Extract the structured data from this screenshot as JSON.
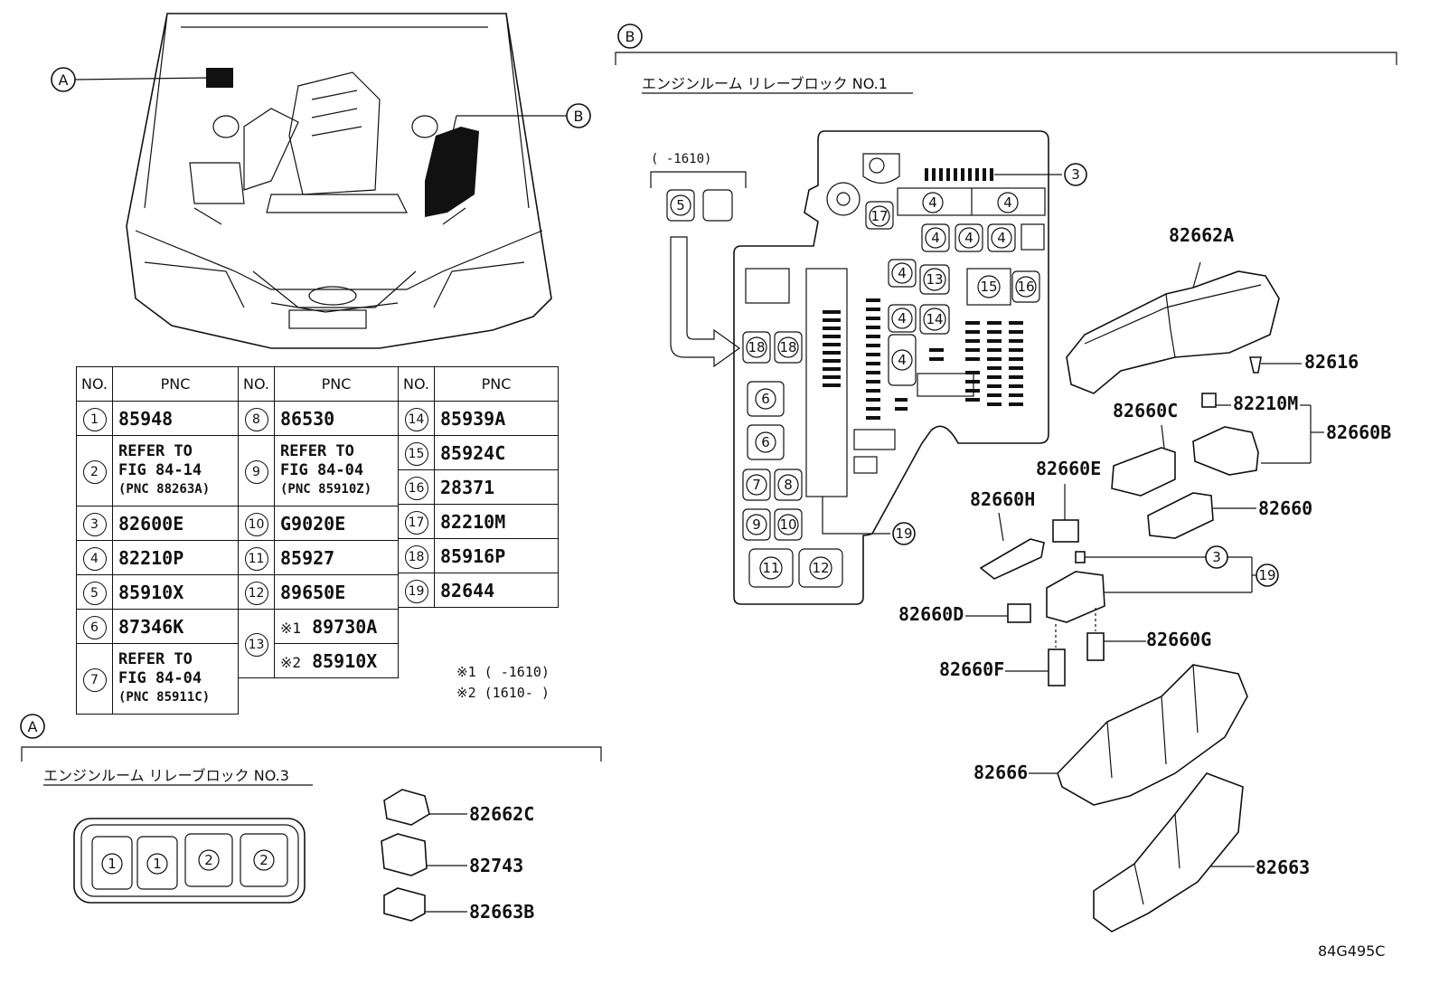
{
  "diagram_code": "84G495C",
  "section_a": {
    "marker": "A",
    "title": "エンジンルーム リレーブロック NO.3",
    "slots": [
      "1",
      "1",
      "2",
      "2"
    ],
    "parts": [
      "82662C",
      "82743",
      "82663B"
    ]
  },
  "section_b": {
    "marker": "B",
    "title": "エンジンルーム リレーブロック NO.1",
    "range_note": "(   -1610)",
    "parts": [
      "82662A",
      "82616",
      "82210M",
      "82660B",
      "82660C",
      "82660E",
      "82660H",
      "82660",
      "82660D",
      "82660F",
      "82660G",
      "82666",
      "82663"
    ],
    "callouts": [
      "3",
      "19"
    ]
  },
  "pnc_table": {
    "headers": {
      "no": "NO.",
      "pnc": "PNC"
    },
    "col1": [
      {
        "no": "1",
        "pnc": "85948"
      },
      {
        "no": "2",
        "ref1": "REFER TO",
        "ref2": "FIG 84-14",
        "ref3": "(PNC 88263A)"
      },
      {
        "no": "3",
        "pnc": "82600E"
      },
      {
        "no": "4",
        "pnc": "82210P"
      },
      {
        "no": "5",
        "pnc": "85910X"
      },
      {
        "no": "6",
        "pnc": "87346K"
      },
      {
        "no": "7",
        "ref1": "REFER TO",
        "ref2": "FIG 84-04",
        "ref3": "(PNC 85911C)"
      }
    ],
    "col2": [
      {
        "no": "8",
        "pnc": "86530"
      },
      {
        "no": "9",
        "ref1": "REFER TO",
        "ref2": "FIG 84-04",
        "ref3": "(PNC 85910Z)"
      },
      {
        "no": "10",
        "pnc": "G9020E"
      },
      {
        "no": "11",
        "pnc": "85927"
      },
      {
        "no": "12",
        "pnc": "89650E"
      },
      {
        "no": "13",
        "pnc_a_mark": "※1",
        "pnc_a": "89730A",
        "pnc_b_mark": "※2",
        "pnc_b": "85910X"
      }
    ],
    "col3": [
      {
        "no": "14",
        "pnc": "85939A"
      },
      {
        "no": "15",
        "pnc": "85924C"
      },
      {
        "no": "16",
        "pnc": "28371"
      },
      {
        "no": "17",
        "pnc": "82210M"
      },
      {
        "no": "18",
        "pnc": "85916P"
      },
      {
        "no": "19",
        "pnc": "82644"
      }
    ],
    "notes": [
      "※1 (    -1610)",
      "※2 (1610-    )"
    ]
  }
}
